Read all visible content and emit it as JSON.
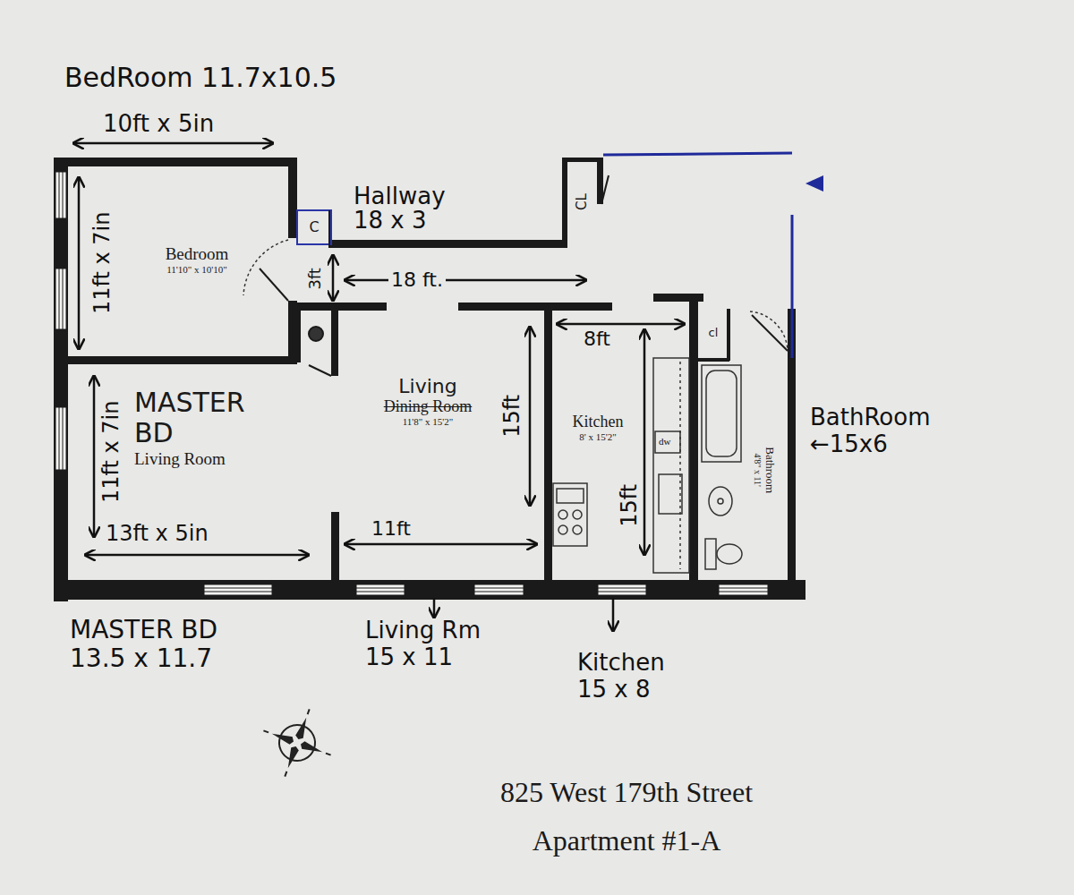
{
  "diagram": {
    "caption": "825 West 179th Street Apartment #1-A",
    "nodes": [
      {
        "text": [
          "Bedroom",
          "11'10\" x 10'10\""
        ]
      },
      {
        "text": [
          "C"
        ]
      },
      {
        "text": [
          "CL"
        ]
      },
      {
        "text": [
          "MASTER BD",
          "Living Room"
        ]
      },
      {
        "text": [
          "Living",
          "Dining Room",
          "11'8\" x 15'2\""
        ]
      },
      {
        "text": [
          "Kitchen",
          "8' x 15'2\""
        ]
      },
      {
        "text": [
          "cl"
        ]
      },
      {
        "text": [
          "Bathroom",
          "4'8\" x 11'"
        ]
      }
    ],
    "labels": [
      "BedRoom 11.7x10.5",
      "10ft x 5in",
      "11ft x 7in",
      "Hallway 18 x 3",
      "3ft",
      "18 ft.",
      "8ft",
      "15ft",
      "15ft",
      "dw",
      "BathRoom ←15x6",
      "11ft x 7in",
      "13ft x 5in",
      "11ft",
      "MASTER BD 13.5 x 11.7",
      "Living Rm 15 x 11",
      "Kitchen 15 x 8"
    ]
  }
}
